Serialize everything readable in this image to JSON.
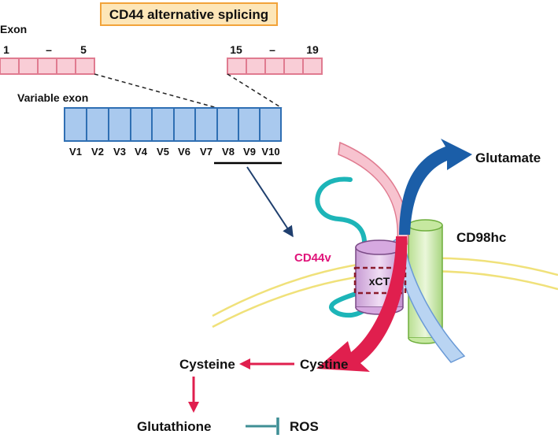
{
  "title": "CD44 alternative splicing",
  "exon_label": "Exon",
  "exon_left_numbers": [
    "1",
    "–",
    "5"
  ],
  "exon_right_numbers": [
    "15",
    "–",
    "19"
  ],
  "variable_exon_label": "Variable exon",
  "variable_exons": [
    "V1",
    "V2",
    "V3",
    "V4",
    "V5",
    "V6",
    "V7",
    "V8",
    "V9",
    "V10"
  ],
  "labels": {
    "glutamate": "Glutamate",
    "cd98hc": "CD98hc",
    "cd44v": "CD44v",
    "xct": "xCT",
    "cystine": "Cystine",
    "cysteine": "Cysteine",
    "glutathione": "Glutathione",
    "ros": "ROS"
  },
  "colors": {
    "title_box_fill": "#fde6b8",
    "title_box_stroke": "#f2a33a",
    "exon_fill": "#f9cdd6",
    "exon_stroke": "#e07b90",
    "variable_fill": "#a9c9ee",
    "variable_stroke": "#2f6fb3",
    "membrane": "#f0e17a",
    "cd44v_strand": "#1db5b8",
    "cd44v_label": "#e0147a",
    "xct_fill": "#d9b6e0",
    "cd98hc_fill": "#cde9b0",
    "glutamate_arrow": "#1b5ea8",
    "cystine_arrow": "#e01f4e",
    "ros_inhibit": "#3f8f95"
  }
}
